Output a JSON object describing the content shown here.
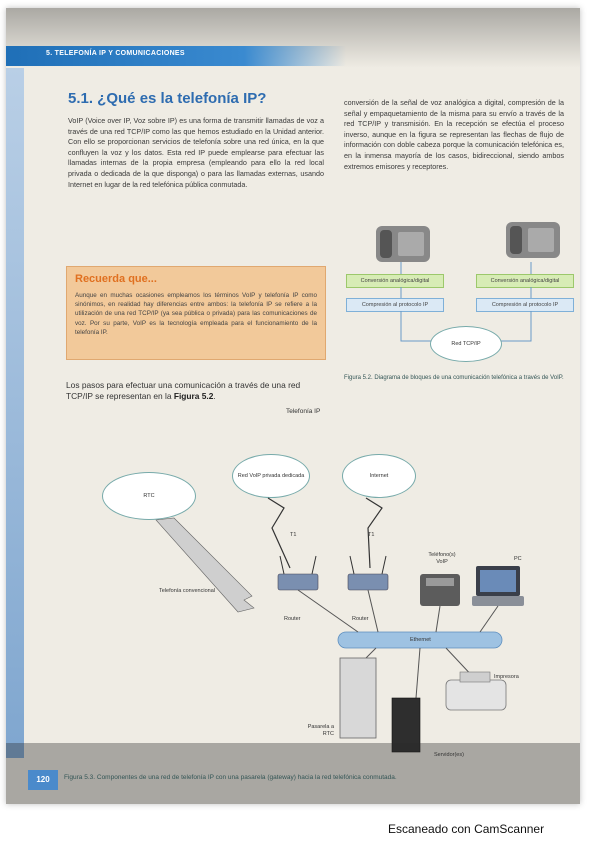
{
  "header": {
    "band_text": "5. TELEFONÍA IP Y COMUNICACIONES"
  },
  "section": {
    "title": "5.1. ¿Qué es la telefonía IP?"
  },
  "col1": {
    "p1": "VoIP (Voice over IP, Voz sobre IP) es una forma de transmitir llamadas de voz a través de una red TCP/IP como las que hemos estudiado en la Unidad anterior. Con ello se proporcionan servicios de telefonía sobre una red única, en la que confluyen la voz y los datos. Esta red IP puede emplearse para efectuar las llamadas internas de la propia empresa (empleando para ello la red local privada o dedicada de la que disponga) o para las llamadas externas, usando Internet en lugar de la red telefónica pública conmutada."
  },
  "recuerda": {
    "title": "Recuerda que...",
    "body": "Aunque en muchas ocasiones empleamos los términos VoIP y telefonía IP como sinónimos, en realidad hay diferencias entre ambos: la telefonía IP se refiere a la utilización de una red TCP/IP (ya sea pública o privada) para las comunicaciones de voz. Por su parte, VoIP es la tecnología empleada para el funcionamiento de la telefonía IP."
  },
  "pasos": {
    "text_a": "Los pasos para efectuar una comunicación a través de una red TCP/IP se representan en la ",
    "text_b": "Figura 5.2",
    "text_c": "."
  },
  "col2": {
    "p1": "conversión de la señal de voz analógica a digital, compresión de la señal y empaquetamiento de la misma para su envío a través de la red TCP/IP y transmisión. En la recepción se efectúa el proceso inverso, aunque en la figura se representan las flechas de flujo de información con doble cabeza porque la comunicación telefónica es, en la inmensa mayoría de los casos, bidireccional, siendo ambos extremos emisores y receptores."
  },
  "fig52": {
    "box_conv": "Conversión analógica/digital",
    "box_comp": "Compresión al protocolo IP",
    "cloud": "Red TCP/IP",
    "caption": "Figura 5.2. Diagrama de bloques de una comunicación telefónica a través de VoIP."
  },
  "fig53": {
    "title": "Telefonía IP",
    "rtc": "RTC",
    "voip": "Red VoIP privada dedicada",
    "internet": "Internet",
    "t1": "T1",
    "router": "Router",
    "telefono": "Teléfono(s) VoIP",
    "pc": "PC",
    "ethernet": "Ethernet",
    "conv": "Telefonía convencional",
    "impresora": "Impresora",
    "pasarela": "Pasarela a RTC",
    "servidor": "Servidor(es)",
    "caption": "Figura 5.3. Componentes de una red de telefonía IP con una pasarela (gateway) hacia la red telefónica conmutada."
  },
  "page_number": "120",
  "scanner": "Escaneado con CamScanner"
}
